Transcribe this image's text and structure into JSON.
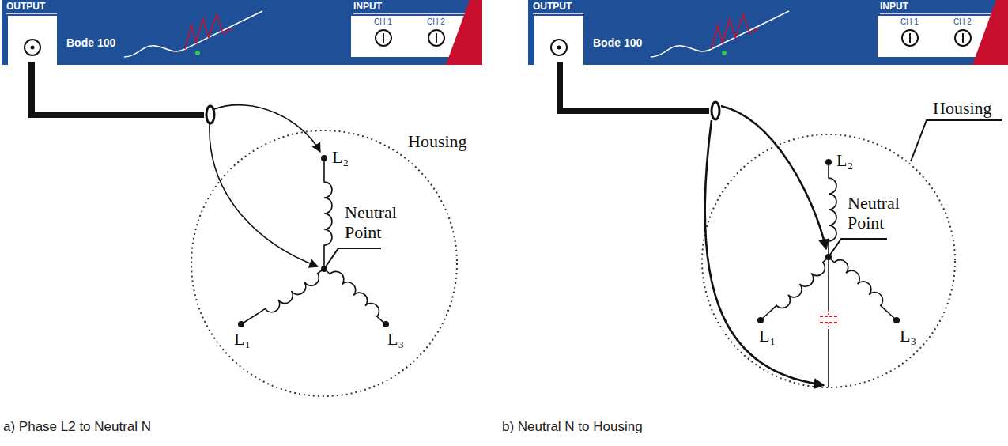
{
  "diagram": {
    "nodes": [
      {
        "text": [
          "OUTPUT",
          "Bode 100",
          "INPUT",
          "CH 1",
          "CH 2"
        ]
      },
      {
        "text": [
          "OUTPUT",
          "Bode 100",
          "INPUT",
          "CH 1",
          "CH 2"
        ]
      }
    ],
    "labels": [
      "Housing",
      "L₂",
      "Neutral Point",
      "L₁",
      "L₃",
      "a) Phase L2 to Neutral N",
      "Housing",
      "L₂",
      "Neutral Point",
      "L₁",
      "L₃",
      "b) Neutral N to Housing"
    ]
  }
}
